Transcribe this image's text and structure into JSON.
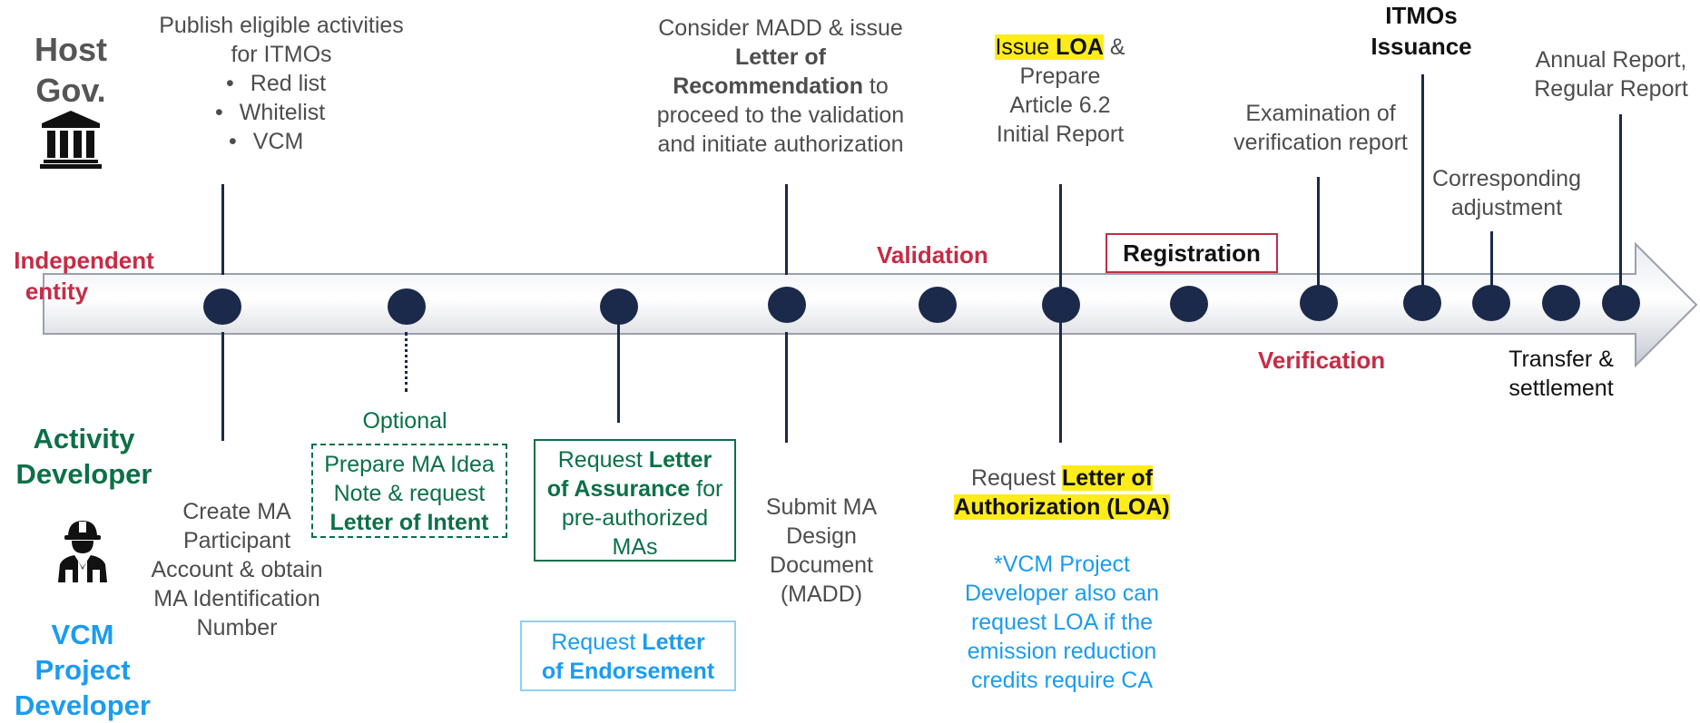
{
  "roles": {
    "host_line1": "Host",
    "host_line2": "Gov.",
    "independent_line1": "Independent",
    "independent_line2": "entity",
    "activity_line1": "Activity",
    "activity_line2": "Developer",
    "vcm_line1": "VCM",
    "vcm_line2": "Project",
    "vcm_line3": "Developer"
  },
  "top": {
    "publish_line1": "Publish eligible activities",
    "publish_line2": "for ITMOs",
    "publish_bullets": [
      "Red list",
      "Whitelist",
      "VCM"
    ],
    "consider_line1": "Consider MADD & issue",
    "consider_bold1": "Letter of",
    "consider_bold2": "Recommendation",
    "consider_after": " to",
    "consider_line4": "proceed to the validation",
    "consider_line5": "and initiate authorization",
    "issue_pre": "Issue ",
    "issue_bold": "LOA",
    "issue_after": " &",
    "issue_line2": "Prepare",
    "issue_line3": "Article 6.2",
    "issue_line4": "Initial Report",
    "exam_line1": "Examination of",
    "exam_line2": "verification report",
    "itmos_line1": "ITMOs",
    "itmos_line2": "Issuance",
    "corr_line1": "Corresponding",
    "corr_line2": "adjustment",
    "annual_line1": "Annual Report,",
    "annual_line2": "Regular Report"
  },
  "stages": {
    "validation": "Validation",
    "registration": "Registration",
    "verification": "Verification",
    "transfer_line1": "Transfer &",
    "transfer_line2": "settlement"
  },
  "bottom": {
    "create_line1": "Create MA",
    "create_line2": "Participant",
    "create_line3": "Account & obtain",
    "create_line4": "MA Identification",
    "create_line5": "Number",
    "optional": "Optional",
    "idea_line1": "Prepare MA Idea",
    "idea_line2": "Note & request",
    "idea_bold": "Letter of Intent",
    "assurance_pre": "Request ",
    "assurance_bold1": "Letter",
    "assurance_bold2": "of Assurance",
    "assurance_after": " for",
    "assurance_line3": "pre-authorized",
    "assurance_line4": "MAs",
    "endorse_pre": "Request ",
    "endorse_bold1": "Letter",
    "endorse_bold2": "of Endorsement",
    "submit_line1": "Submit MA",
    "submit_line2": "Design",
    "submit_line3": "Document",
    "submit_line4": "(MADD)",
    "loa_pre": "Request ",
    "loa_bold1": "Letter of",
    "loa_bold2": "Authorization (LOA)",
    "vcm_note_line1": "*VCM Project",
    "vcm_note_line2": "Developer also can",
    "vcm_note_line3": "request LOA if the",
    "vcm_note_line4": "emission reduction",
    "vcm_note_line5": "credits require CA"
  },
  "icons": {
    "host": "government-building-icon",
    "developer": "worker-with-hardhat-icon"
  },
  "colors": {
    "timeline_dark": "#1b2a4a",
    "stage_red": "#c62b45",
    "developer_green": "#0b7048",
    "vcm_blue": "#1a9cf0",
    "highlight_yellow": "#ffec1a"
  }
}
